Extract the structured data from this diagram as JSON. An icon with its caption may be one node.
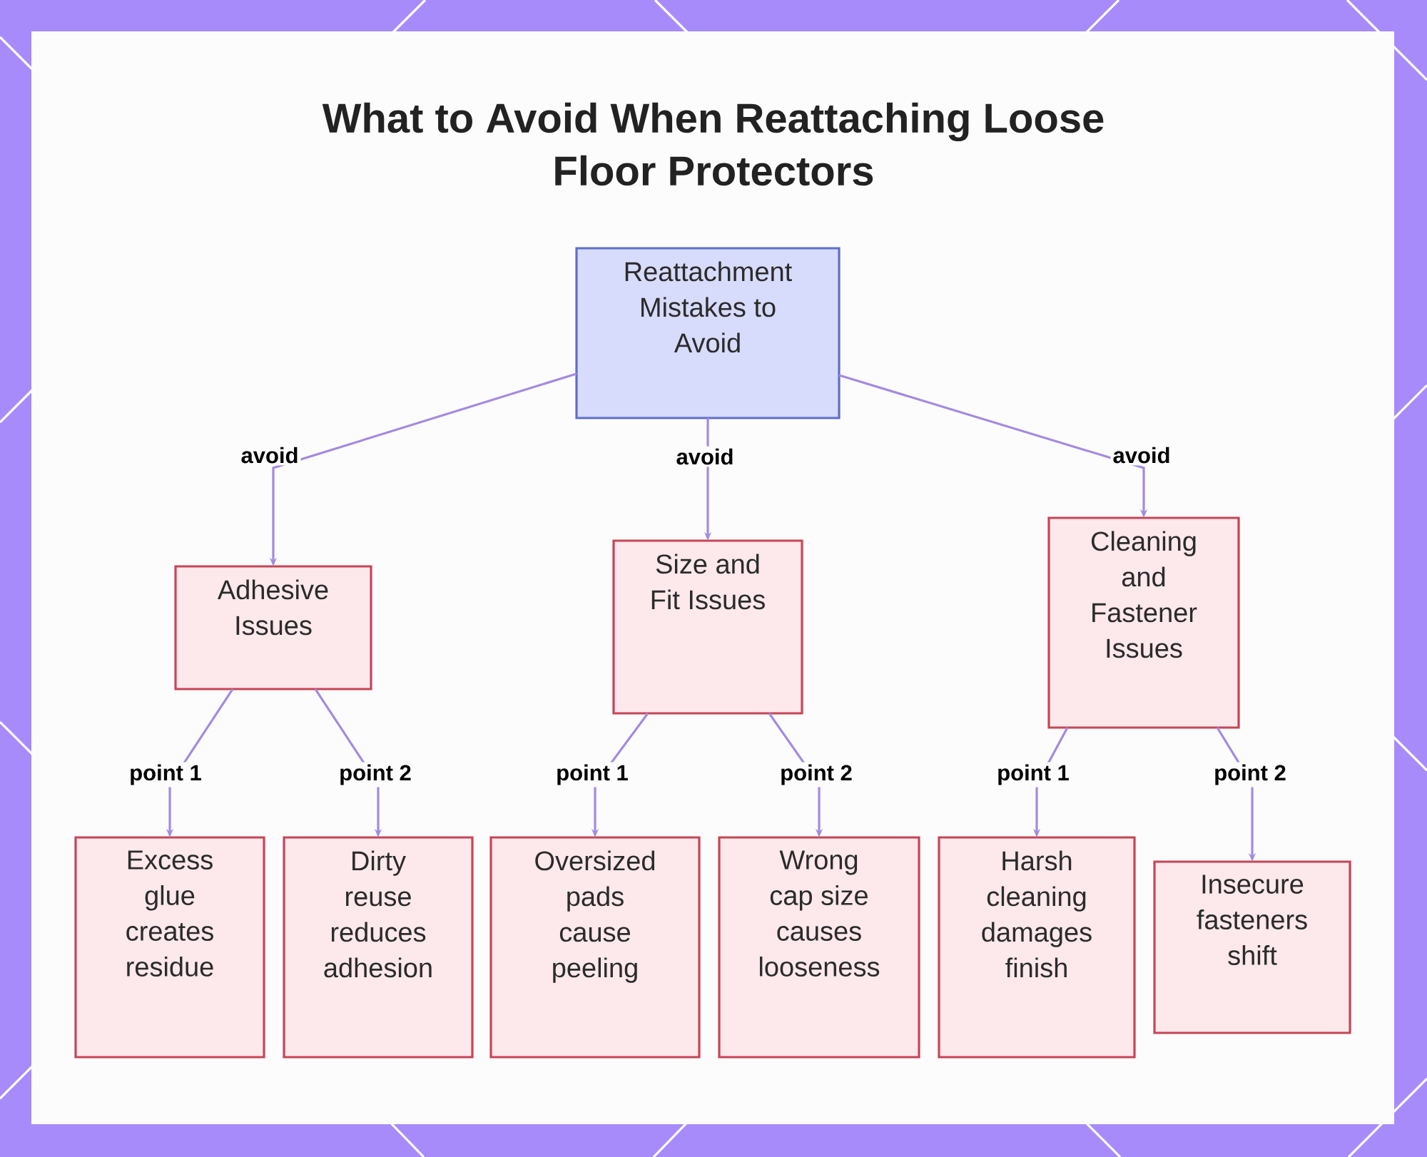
{
  "diagram": {
    "title": "What to Avoid When Reattaching Loose Floor Protectors",
    "nodes": [
      {
        "text": [
          "Reattachment Mistakes to Avoid"
        ]
      },
      {
        "text": [
          "Adhesive Issues"
        ]
      },
      {
        "text": [
          "Size and Fit Issues"
        ]
      },
      {
        "text": [
          "Cleaning and Fastener Issues"
        ]
      },
      {
        "text": [
          "Excess glue creates residue"
        ]
      },
      {
        "text": [
          "Dirty reuse reduces adhesion"
        ]
      },
      {
        "text": [
          "Oversized pads cause peeling"
        ]
      },
      {
        "text": [
          "Wrong cap size causes looseness"
        ]
      },
      {
        "text": [
          "Harsh cleaning damages finish"
        ]
      },
      {
        "text": [
          "Insecure fasteners shift"
        ]
      }
    ],
    "edges": [
      {
        "from": 0,
        "to": 1,
        "arrow": "to",
        "label": "avoid"
      },
      {
        "from": 0,
        "to": 2,
        "arrow": "to",
        "label": "avoid"
      },
      {
        "from": 0,
        "to": 3,
        "arrow": "to",
        "label": "avoid"
      },
      {
        "from": 1,
        "to": 4,
        "arrow": "to",
        "label": "point 1"
      },
      {
        "from": 1,
        "to": 5,
        "arrow": "to",
        "label": "point 2"
      },
      {
        "from": 2,
        "to": 6,
        "arrow": "to",
        "label": "point 1"
      },
      {
        "from": 2,
        "to": 7,
        "arrow": "to",
        "label": "point 2"
      },
      {
        "from": 3,
        "to": 8,
        "arrow": "to",
        "label": "point 1"
      },
      {
        "from": 3,
        "to": 9,
        "arrow": "to",
        "label": "point 2"
      }
    ]
  }
}
